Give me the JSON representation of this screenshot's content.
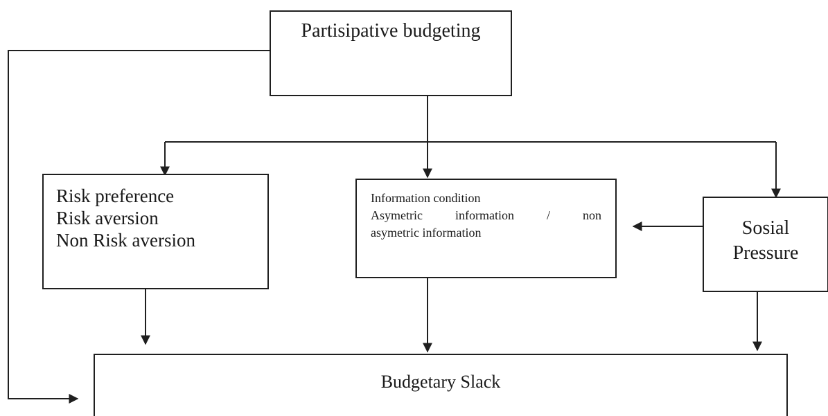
{
  "diagram": {
    "nodes": {
      "participative_budgeting": {
        "label": "Partisipative budgeting"
      },
      "risk": {
        "lines": [
          "Risk preference",
          "Risk aversion",
          "Non Risk aversion"
        ]
      },
      "information": {
        "line1": "Information condition",
        "line2_words": [
          "Asymetric",
          "information",
          "/",
          "non"
        ],
        "line3": "asymetric information"
      },
      "social_pressure": {
        "lines": [
          "Sosial",
          "Pressure"
        ]
      },
      "budgetary_slack": {
        "label": "Budgetary Slack"
      }
    },
    "edges": [
      {
        "from": "participative_budgeting",
        "to": "risk"
      },
      {
        "from": "participative_budgeting",
        "to": "information"
      },
      {
        "from": "participative_budgeting",
        "to": "social_pressure"
      },
      {
        "from": "participative_budgeting",
        "to": "budgetary_slack"
      },
      {
        "from": "social_pressure",
        "to": "information"
      },
      {
        "from": "risk",
        "to": "budgetary_slack"
      },
      {
        "from": "information",
        "to": "budgetary_slack"
      },
      {
        "from": "social_pressure",
        "to": "budgetary_slack"
      }
    ],
    "colors": {
      "line": "#1f1f1f",
      "background": "#ffffff"
    }
  }
}
